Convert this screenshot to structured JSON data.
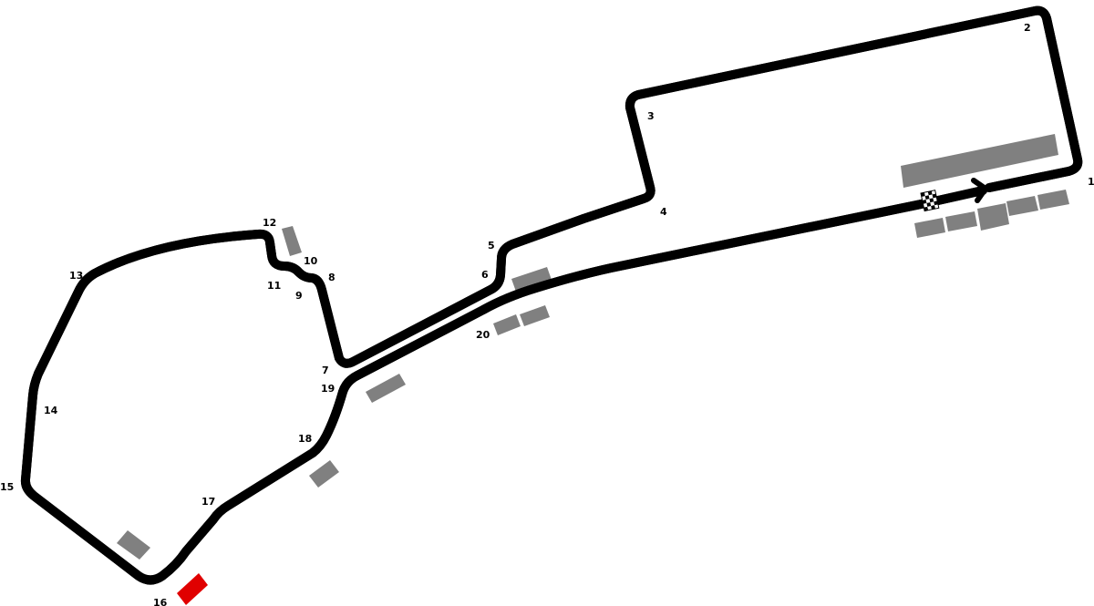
{
  "title": "Circuit layout map",
  "colors": {
    "track": "#000000",
    "centerline": "#ffffff",
    "grandstand": "#808080",
    "highlight": "#e00000"
  },
  "corners": [
    "1",
    "2",
    "3",
    "4",
    "5",
    "6",
    "7",
    "8",
    "9",
    "10",
    "11",
    "12",
    "13",
    "14",
    "15",
    "16",
    "17",
    "18",
    "19",
    "20"
  ],
  "icons": {
    "start": "checkered-flag-icon",
    "direction": "direction-arrow-icon"
  }
}
